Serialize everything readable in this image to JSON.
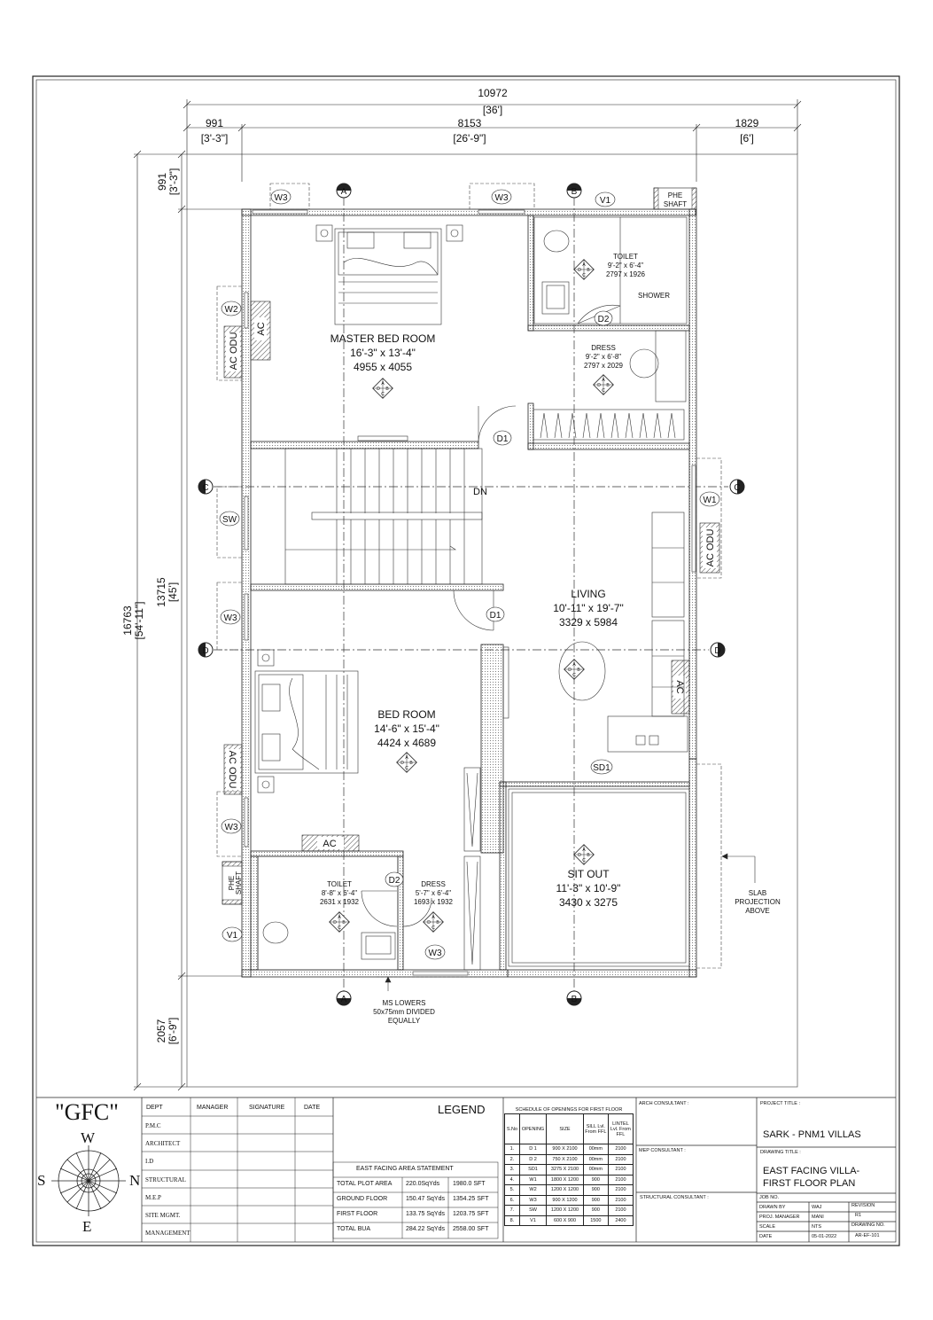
{
  "dimensions": {
    "overall_width": "10972",
    "overall_width_ft": "[36']",
    "left_width": "991",
    "left_width_ft": "[3'-3\"]",
    "mid_width": "8153",
    "mid_width_ft": "[26'-9\"]",
    "right_width": "1829",
    "right_width_ft": "[6']",
    "top_depth": "991",
    "top_depth_ft": "[3'-3\"]",
    "overall_depth": "16763",
    "overall_depth_ft": "[54'-11\"]",
    "mid_depth": "13715",
    "mid_depth_ft": "[45']",
    "bottom_depth": "2057",
    "bottom_depth_ft": "[6'-9\"]"
  },
  "grid": {
    "a": "A",
    "b": "B",
    "c": "C",
    "d": "D"
  },
  "marker_letters": {
    "a": "A",
    "b": "B",
    "c": "C",
    "d": "D"
  },
  "rooms": {
    "master_bed": {
      "name": "MASTER BED ROOM",
      "size_ft": "16'-3\" x 13'-4\"",
      "size_mm": "4955 x 4055"
    },
    "toilet1": {
      "name": "TOILET",
      "size_ft": "9'-2\" x 6'-4\"",
      "size_mm": "2797 x 1926"
    },
    "shower": {
      "name": "SHOWER"
    },
    "dress1": {
      "name": "DRESS",
      "size_ft": "9'-2\" x 6'-8\"",
      "size_mm": "2797 x 2029"
    },
    "living": {
      "name": "LIVING",
      "size_ft": "10'-11\" x 19'-7\"",
      "size_mm": "3329 x 5984"
    },
    "bed": {
      "name": "BED ROOM",
      "size_ft": "14'-6\" x 15'-4\"",
      "size_mm": "4424 x 4689"
    },
    "toilet2": {
      "name": "TOILET",
      "size_ft": "8'-8\" x 6'-4\"",
      "size_mm": "2631 x 1932"
    },
    "dress2": {
      "name": "DRESS",
      "size_ft": "5'-7\" x 6'-4\"",
      "size_mm": "1693 x 1932"
    },
    "sitout": {
      "name": "SIT OUT",
      "size_ft": "11'-3\" x 10'-9\"",
      "size_mm": "3430 x 3275"
    }
  },
  "tags": {
    "w1": "W1",
    "w2": "W2",
    "w3": "W3",
    "sw": "SW",
    "v1": "V1",
    "d1": "D1",
    "d2": "D2",
    "sd1": "SD1",
    "ac": "AC",
    "ac_odu": "AC ODU",
    "phe": "PHE",
    "shaft": "SHAFT",
    "dn": "DN"
  },
  "notes": {
    "slab": [
      "SLAB",
      "PROJECTION",
      "ABOVE"
    ],
    "louvers": [
      "MS LOWERS",
      "50x75mm DIVIDED",
      "EQUALLY"
    ]
  },
  "titleblock": {
    "gfc": "\"GFC\"",
    "compass": {
      "w": "W",
      "s": "S",
      "n": "N",
      "e": "E"
    },
    "dept_headers": [
      "DEPT",
      "MANAGER",
      "SIGNATURE",
      "DATE"
    ],
    "depts": [
      "P.M.C",
      "ARCHITECT",
      "I.D",
      "STRUCTURAL",
      "M.E.P",
      "SITE MGMT.",
      "MANAGEMENT"
    ],
    "legend": "LEGEND",
    "area_title": "EAST FACING AREA STATEMENT",
    "area_rows": [
      [
        "TOTAL PLOT AREA",
        "220.0SqYds",
        "1980.0 SFT"
      ],
      [
        "GROUND FLOOR",
        "150.47 SqYds",
        "1354.25 SFT"
      ],
      [
        "FIRST FLOOR",
        "133.75 SqYds",
        "1203.75 SFT"
      ],
      [
        "TOTAL BUA",
        "284.22 SqYds",
        "2558.00 SFT"
      ]
    ],
    "schedule_title": "SCHEDULE OF OPENINGS FOR FIRST FLOOR",
    "schedule_headers": [
      "S.No",
      "OPENING",
      "SIZE",
      "SILL Lvl. From FFL",
      "LINTEL Lvl. From FFL"
    ],
    "schedule_rows": [
      [
        "1.",
        "D 1",
        "900 X 2100",
        "00mm",
        "2100"
      ],
      [
        "2.",
        "D 2",
        "750 X 2100",
        "00mm",
        "2100"
      ],
      [
        "3.",
        "SD1",
        "3275 X 2100",
        "00mm",
        "2100"
      ],
      [
        "4.",
        "W1",
        "1800 X 1200",
        "900",
        "2100"
      ],
      [
        "5.",
        "W2",
        "1200 X 1200",
        "900",
        "2100"
      ],
      [
        "6.",
        "W3",
        "900 X 1200",
        "900",
        "2100"
      ],
      [
        "7.",
        "SW",
        "1200 X 1200",
        "900",
        "2100"
      ],
      [
        "8.",
        "V1",
        "600 X 900",
        "1500",
        "2400"
      ]
    ],
    "arch": "ARCH CONSULTANT :",
    "mep": "MEP CONSULTANT :",
    "struct": "STRUCTURAL CONSULTANT :",
    "project_label": "PROJECT TITLE :",
    "project": "SARK - PNM1 VILLAS",
    "drawing_label": "DRAWING TITLE :",
    "drawing_line1": "EAST FACING VILLA-",
    "drawing_line2": "FIRST FLOOR PLAN",
    "job_no": "JOB NO.",
    "drawn_by": "DRAWN BY",
    "drawn_by_val": "WAJ",
    "revision": "REVISION",
    "revision_val": "R1",
    "pm": "PROJ. MANAGER",
    "pm_val": "MANI",
    "scale": "SCALE",
    "scale_val": "NTS",
    "drawing_no": "DRAWING NO.",
    "date": "DATE",
    "date_val": "05-01-2022",
    "drawing_no_val": "AR-EF-101"
  }
}
